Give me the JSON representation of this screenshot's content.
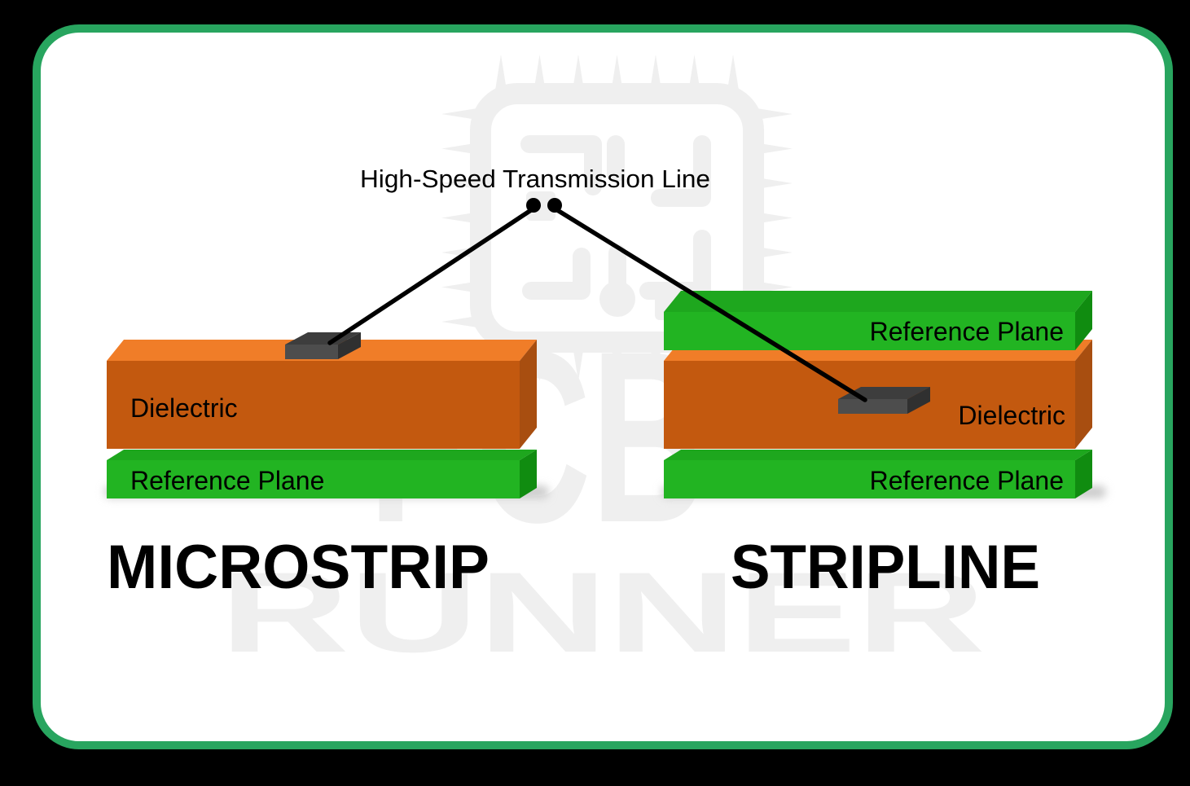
{
  "colors": {
    "page_bg": "#000000",
    "card_bg": "#ffffff",
    "card_border": "#28a55f",
    "watermark": "#efefef",
    "orange_top": "#f07d28",
    "orange_front": "#c3590f",
    "orange_side": "#a84e10",
    "green_top": "#1ea71e",
    "green_front": "#22b422",
    "green_side": "#108c10",
    "trace_top": "#3d3d3d",
    "trace_front": "#4d4d4d",
    "trace_side": "#303030",
    "annotation_ink": "#000000",
    "label_text": "#000000"
  },
  "watermark": {
    "brand_top": "PCB",
    "brand_bottom": "RUNNER"
  },
  "annotation": {
    "label": "High-Speed Transmission Line"
  },
  "microstrip": {
    "title": "MICROSTRIP",
    "dielectric_label": "Dielectric",
    "reference_plane_label": "Reference Plane"
  },
  "stripline": {
    "title": "STRIPLINE",
    "top_reference_plane_label": "Reference Plane",
    "dielectric_label": "Dielectric",
    "bottom_reference_plane_label": "Reference Plane"
  }
}
